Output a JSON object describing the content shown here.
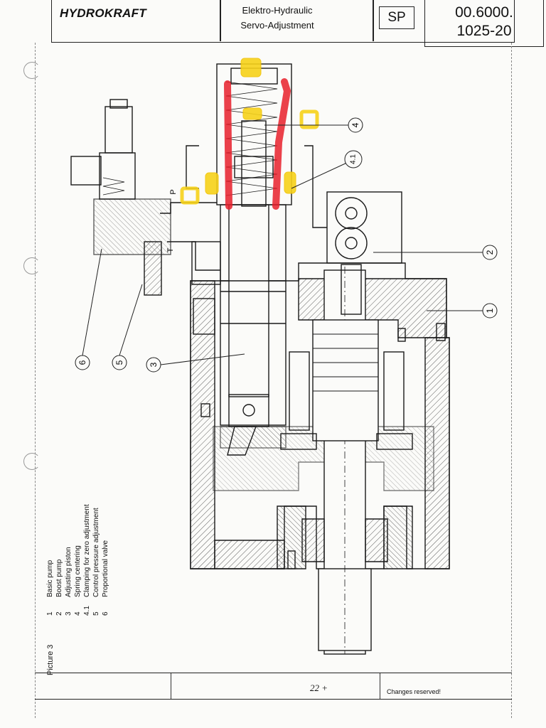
{
  "header": {
    "brand": "HYDROKRAFT",
    "title_line1": "Elektro-Hydraulic",
    "title_line2": "Servo-Adjustment",
    "badge": "SP",
    "doc_number_line1": "00.6000.",
    "doc_number_line2": "1025-20"
  },
  "drawing": {
    "callouts": [
      "4",
      "4.1",
      "2",
      "1",
      "6",
      "5",
      "3"
    ],
    "port_labels": [
      "P",
      "T"
    ],
    "highlight_colors": {
      "red": "#e8202c",
      "yellow": "#f7d21a"
    }
  },
  "legend": {
    "title": "Picture 3",
    "items": [
      {
        "num": "1",
        "label": "Basic pump"
      },
      {
        "num": "2",
        "label": "Boost pump"
      },
      {
        "num": "3",
        "label": "Adjusting piston"
      },
      {
        "num": "4",
        "label": "Spring centering"
      },
      {
        "num": "4.1",
        "label": "Clamping for zero adjustment"
      },
      {
        "num": "5",
        "label": "Control pressure adjustment"
      },
      {
        "num": "6",
        "label": "Proportional valve"
      }
    ]
  },
  "footer": {
    "page": "22 +",
    "note": "Changes reserved!"
  }
}
